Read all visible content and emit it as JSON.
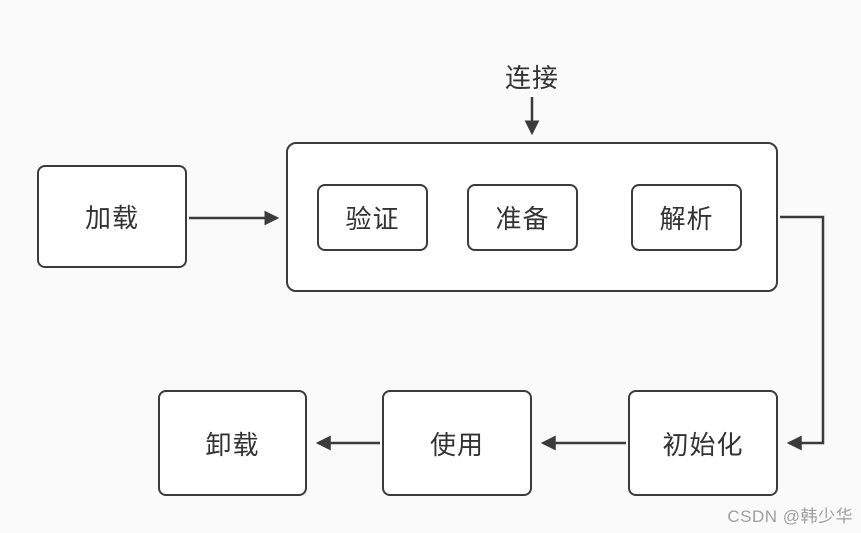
{
  "diagram": {
    "top_label": "连接",
    "nodes": [
      {
        "id": "load",
        "label": "加载"
      },
      {
        "id": "verify",
        "label": "验证"
      },
      {
        "id": "prepare",
        "label": "准备"
      },
      {
        "id": "resolve",
        "label": "解析"
      },
      {
        "id": "initialize",
        "label": "初始化"
      },
      {
        "id": "use",
        "label": "使用"
      },
      {
        "id": "unload",
        "label": "卸载"
      }
    ],
    "edges": [
      {
        "from": "连接",
        "to": "连接分组框",
        "note": "label arrow into linking group"
      },
      {
        "from": "加载",
        "to": "连接分组框"
      },
      {
        "from": "验证",
        "to": "准备"
      },
      {
        "from": "准备",
        "to": "解析"
      },
      {
        "from": "连接分组框",
        "to": "初始化"
      },
      {
        "from": "初始化",
        "to": "使用"
      },
      {
        "from": "使用",
        "to": "卸载"
      }
    ],
    "colors": {
      "background": "#fafafa",
      "node_fill": "#ffffff",
      "stroke": "#3b3b3b",
      "text": "#333333",
      "watermark": "#9e9e9e"
    }
  },
  "watermark": {
    "text": "CSDN @韩少华"
  }
}
